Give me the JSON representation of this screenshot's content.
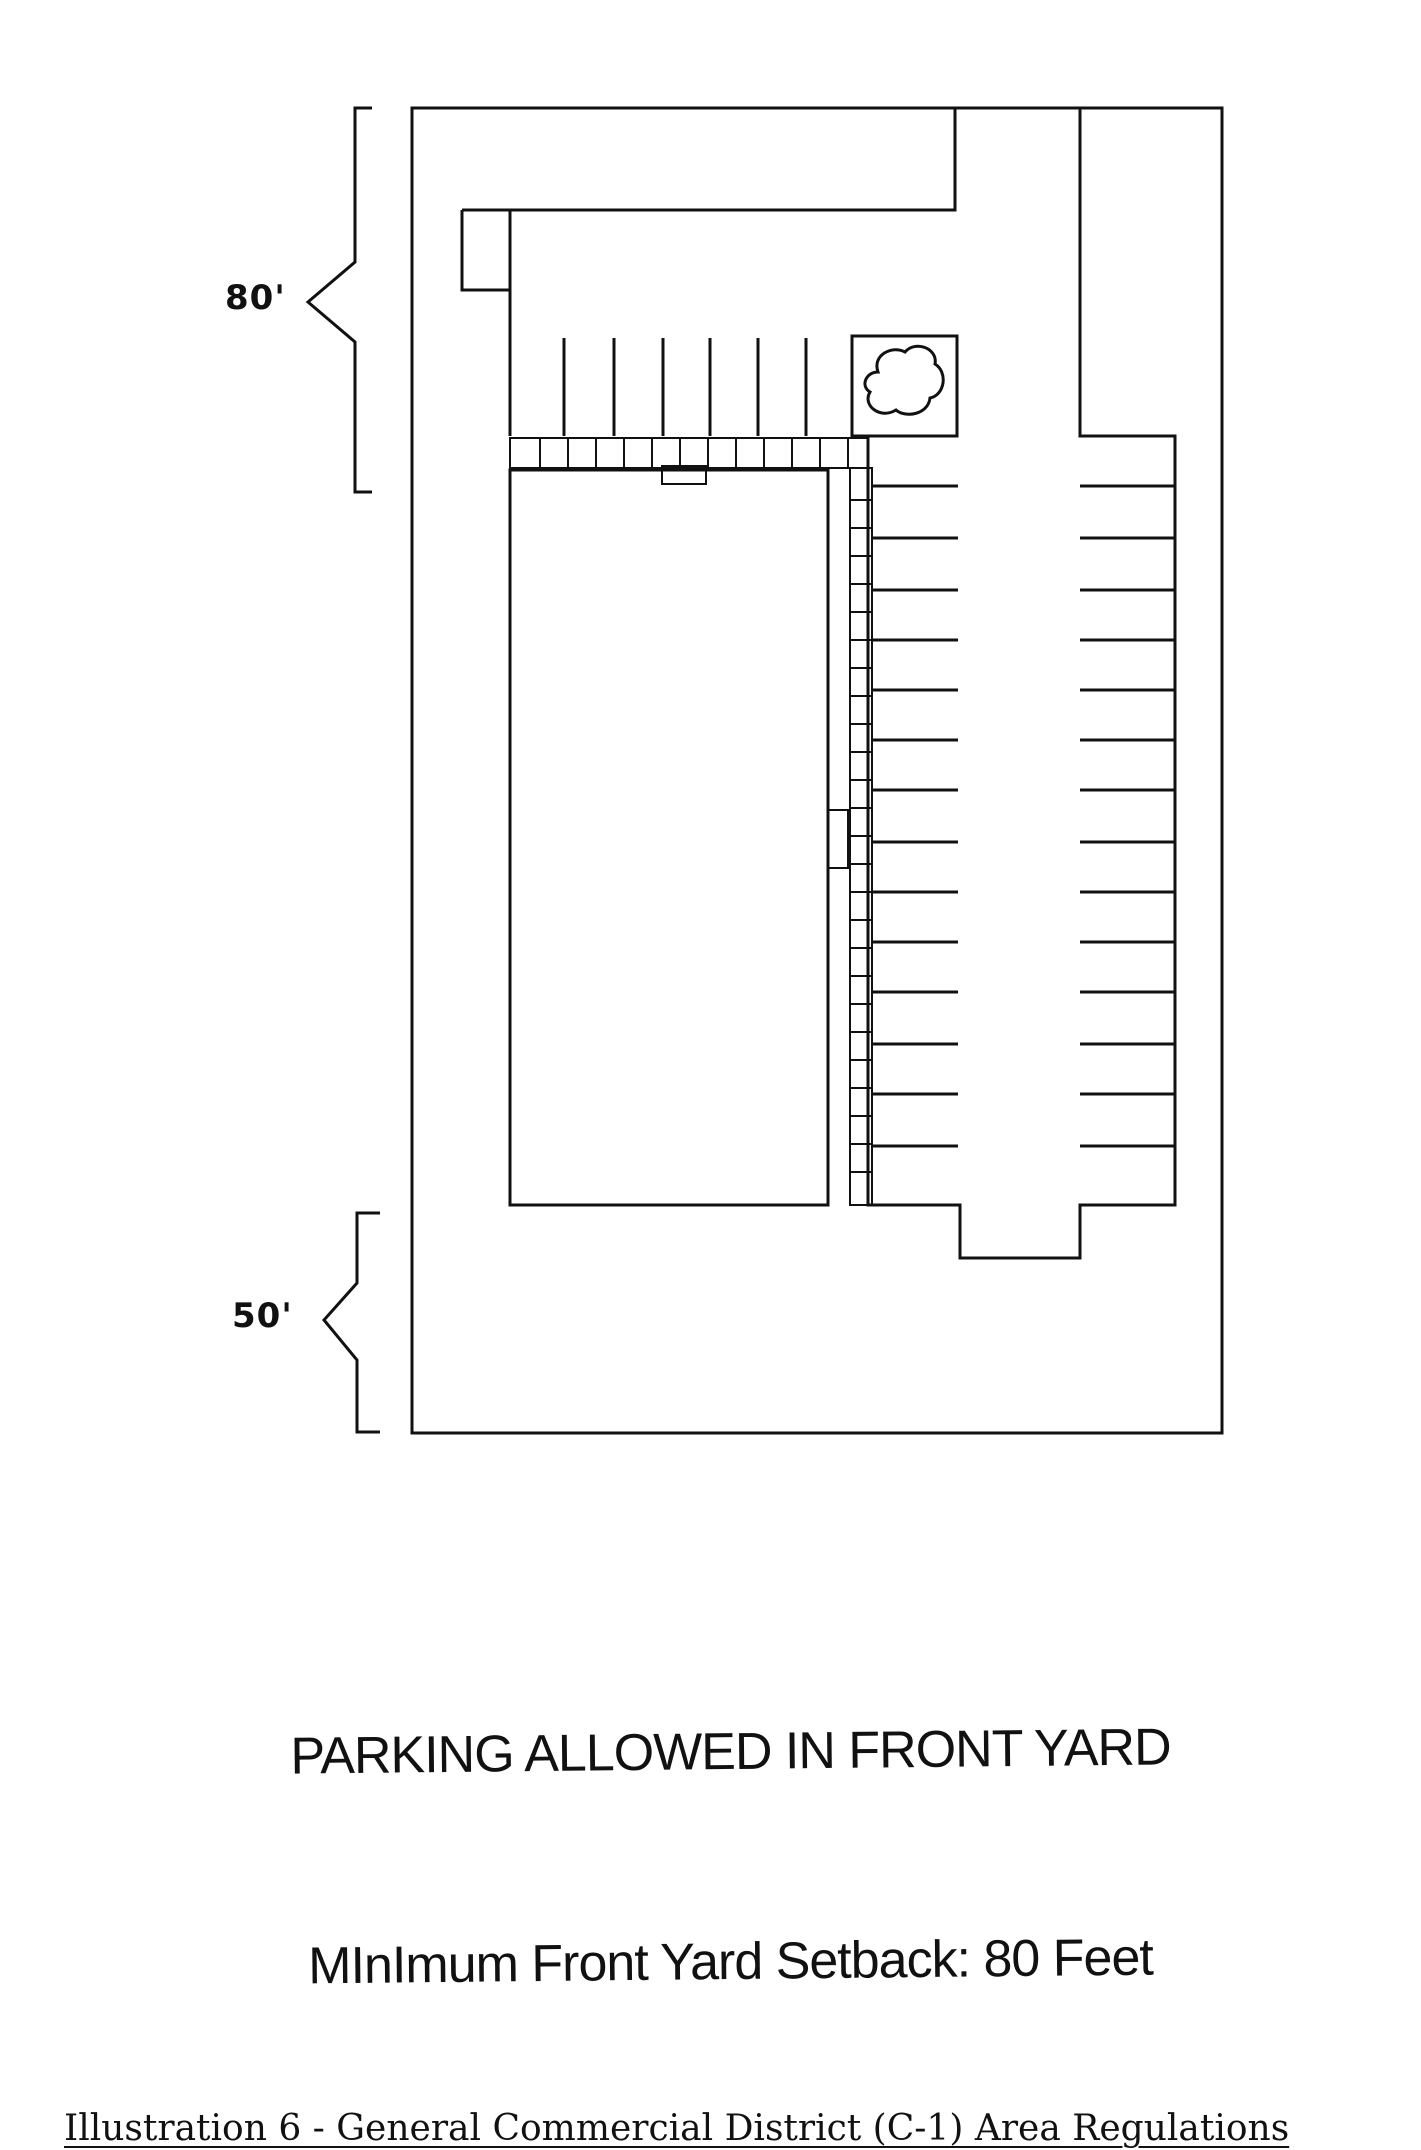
{
  "diagram": {
    "dimension_top": "80'",
    "dimension_bottom": "50'"
  },
  "captions": {
    "parking": "PARKING ALLOWED IN FRONT YARD",
    "setback": "MInImum Front Yard Setback: 80 Feet"
  },
  "title": "Illustration 6 - General Commercial District (C-1) Area Regulations",
  "colors": {
    "line": "#111111",
    "background": "#ffffff"
  }
}
